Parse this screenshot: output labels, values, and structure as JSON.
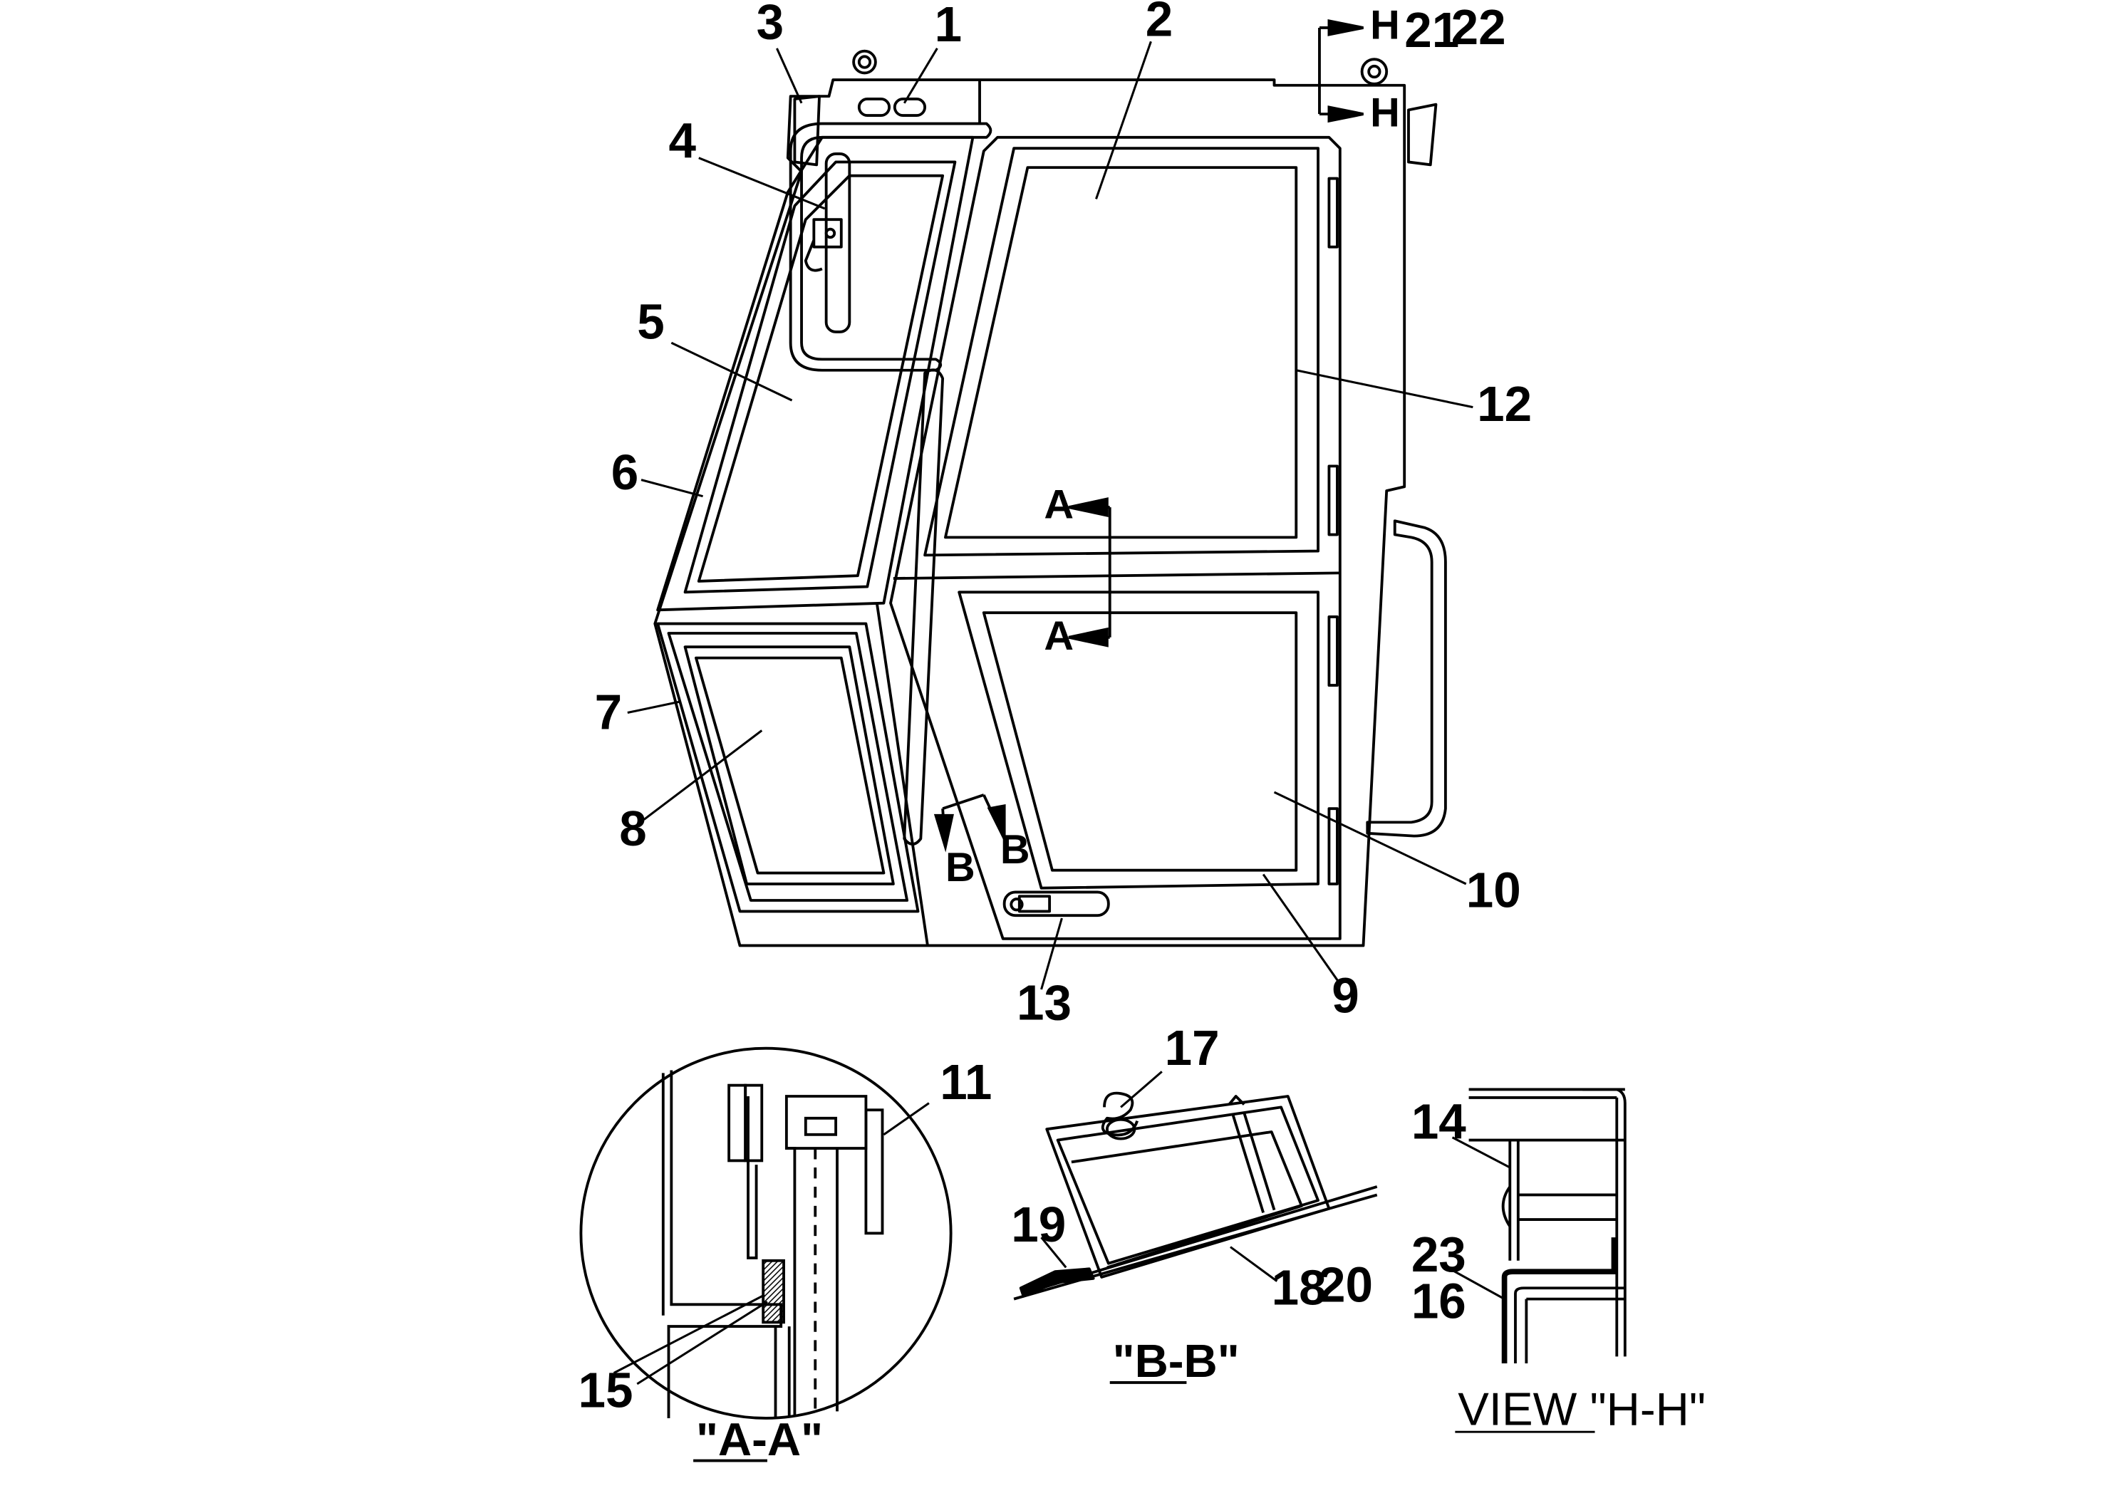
{
  "colors": {
    "ink": "#000000",
    "paper": "#ffffff"
  },
  "callouts": {
    "c1": "1",
    "c2": "2",
    "c3": "3",
    "c4": "4",
    "c5": "5",
    "c6": "6",
    "c7": "7",
    "c8": "8",
    "c9": "9",
    "c10": "10",
    "c11": "11",
    "c12": "12",
    "c13": "13",
    "c14": "14",
    "c15": "15",
    "c16": "16",
    "c17": "17",
    "c18": "18",
    "c19": "19",
    "c20": "20",
    "c21": "21",
    "c22": "22",
    "c23": "23"
  },
  "section_marks": {
    "a": "A",
    "b": "B",
    "h": "H"
  },
  "captions": {
    "aa": "\"A-A\"",
    "bb": "\"B-B\"",
    "hh": "VIEW \"H-H\""
  }
}
